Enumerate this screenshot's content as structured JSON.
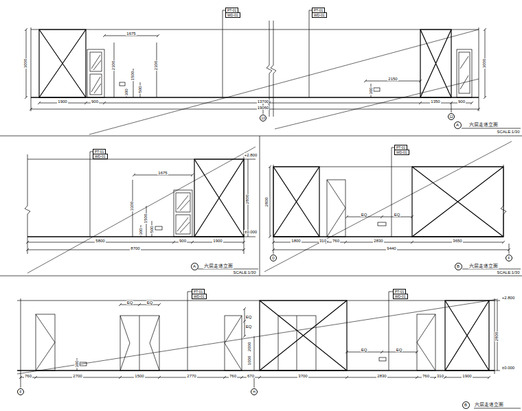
{
  "diagram": {
    "nodes": [
      {
        "text": [
          "PT-01"
        ]
      },
      {
        "text": [
          "WD-01"
        ]
      },
      {
        "text": [
          "PT-01"
        ]
      },
      {
        "text": [
          "WD-01"
        ]
      },
      {
        "text": [
          "PT-01"
        ]
      },
      {
        "text": [
          "WD-01"
        ]
      },
      {
        "text": [
          "PT-01"
        ]
      },
      {
        "text": [
          "WD-01"
        ]
      },
      {
        "text": [
          "PT-01"
        ]
      },
      {
        "text": [
          "WD-01"
        ]
      },
      {
        "text": [
          "PT-01"
        ]
      },
      {
        "text": [
          "WD-01"
        ]
      },
      {
        "text": [
          "A"
        ]
      },
      {
        "text": [
          "A"
        ]
      },
      {
        "text": [
          "B"
        ]
      },
      {
        "text": [
          "B"
        ]
      },
      {
        "text": [
          "13"
        ]
      },
      {
        "text": [
          "12"
        ]
      },
      {
        "text": [
          "D"
        ]
      },
      {
        "text": [
          "F"
        ]
      },
      {
        "text": [
          "F"
        ]
      },
      {
        "text": [
          "H"
        ]
      }
    ],
    "labels": [
      "1675",
      "2300",
      "1500",
      "500",
      "300",
      "2300",
      "3000",
      "1900",
      "900",
      "13700",
      "19060",
      "2150",
      "300",
      "1350",
      "900",
      "3000",
      "六层走道立面",
      "SCALE:1/30",
      "1675",
      "3300",
      "1500",
      "500",
      "300",
      "2800",
      "+2.800",
      "±0.000",
      "5800",
      "900",
      "1900",
      "8700",
      "六层走道立面",
      "SCALE:1/30",
      "2800",
      "EQ",
      "EQ",
      "1800",
      "310",
      "760",
      "2830",
      "3650",
      "9440",
      "六层走道立面",
      "SCALE:1/30",
      "EQ",
      "EQ",
      "EQ",
      "EQ",
      "2000",
      "1000",
      "EQ",
      "EQ",
      "300",
      "+2.800",
      "±0.000",
      "2800",
      "760",
      "2700",
      "1500",
      "2770",
      "760",
      "670",
      "3700",
      "2830",
      "760",
      "310",
      "1900",
      "六层走道立面"
    ]
  }
}
